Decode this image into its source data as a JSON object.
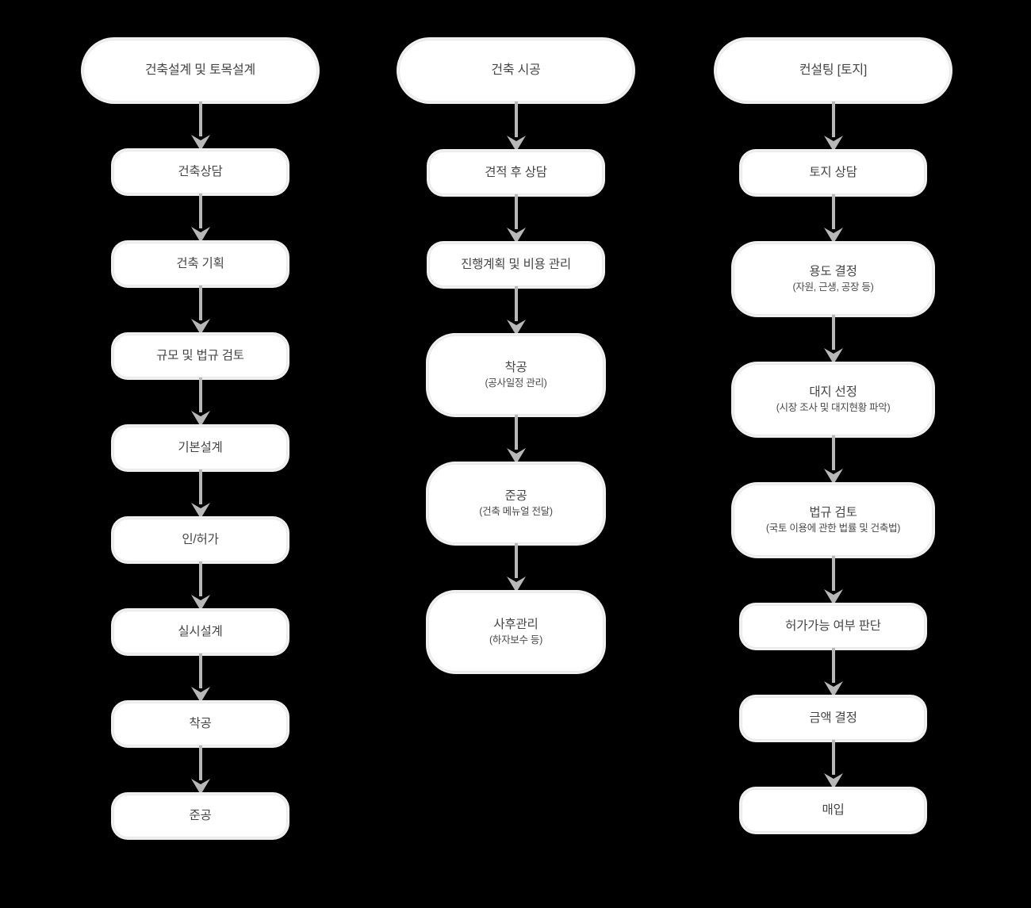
{
  "diagram": {
    "background_color": "#000000",
    "node_fill": "#ffffff",
    "node_border": "#e8e8e8",
    "node_shadow": "#f0f0f0",
    "text_color": "#454545",
    "arrow_color": "#b8b8b8",
    "arrow_icon": "arrow-down-icon"
  },
  "columns": [
    {
      "id": "column-design",
      "header": {
        "title": "건축설계 및 토목설계"
      },
      "nodes": [
        {
          "title": "건축상담",
          "sub": ""
        },
        {
          "title": "건축 기획",
          "sub": ""
        },
        {
          "title": "규모 및 법규 검토",
          "sub": ""
        },
        {
          "title": "기본설계",
          "sub": ""
        },
        {
          "title": "인/허가",
          "sub": ""
        },
        {
          "title": "실시설계",
          "sub": ""
        },
        {
          "title": "착공",
          "sub": ""
        },
        {
          "title": "준공",
          "sub": ""
        }
      ]
    },
    {
      "id": "column-construction",
      "header": {
        "title": "건축 시공"
      },
      "nodes": [
        {
          "title": "견적 후 상담",
          "sub": ""
        },
        {
          "title": "진행계획 및 비용 관리",
          "sub": ""
        },
        {
          "title": "착공",
          "sub": "(공사일정 관리)"
        },
        {
          "title": "준공",
          "sub": "(건축 메뉴얼 전달)"
        },
        {
          "title": "사후관리",
          "sub": "(하자보수 등)"
        }
      ]
    },
    {
      "id": "column-consulting",
      "header": {
        "title": "컨설팅 [토지]"
      },
      "nodes": [
        {
          "title": "토지 상담",
          "sub": ""
        },
        {
          "title": "용도 결정",
          "sub": "(자원, 근생, 공장 등)"
        },
        {
          "title": "대지 선정",
          "sub": "(시장 조사 및 대지현황 파악)"
        },
        {
          "title": "법규 검토",
          "sub": "(국토 이용에 관한 법률 및 건축법)"
        },
        {
          "title": "허가가능 여부 판단",
          "sub": ""
        },
        {
          "title": "금액 결정",
          "sub": ""
        },
        {
          "title": "매입",
          "sub": ""
        }
      ]
    }
  ]
}
